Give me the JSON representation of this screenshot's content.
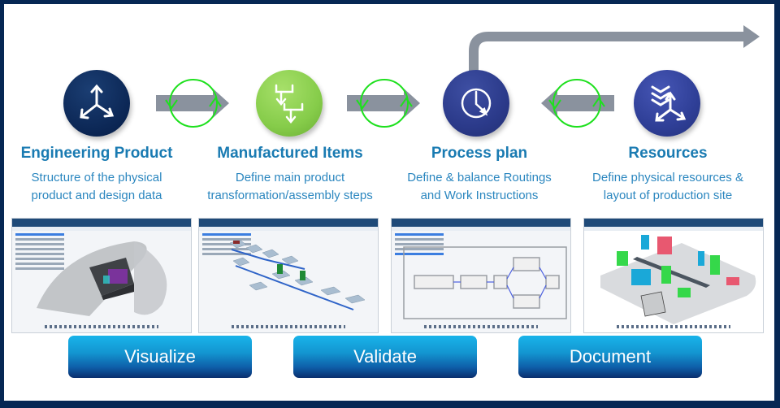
{
  "colors": {
    "frame": "#062754",
    "title_text": "#1a7bb2",
    "desc_text": "#2a86bf",
    "connector_arrow": "#8a929e",
    "cycle_ring": "#1ee01e",
    "button_top": "#19b4ea",
    "button_bottom": "#0a2e6e"
  },
  "stages": [
    {
      "id": "engineering-product",
      "icon": "tri-axis-arrows-icon",
      "icon_color": "#0b2654",
      "title": "Engineering Product",
      "description_line1": "Structure of the physical",
      "description_line2": "product and design data",
      "screenshot": "3d-assembly-view"
    },
    {
      "id": "manufactured-items",
      "icon": "flow-steps-icon",
      "icon_color": "#86cc4a",
      "title": "Manufactured Items",
      "description_line1": "Define main product",
      "description_line2": "transformation/assembly steps",
      "screenshot": "assembly-tree-view"
    },
    {
      "id": "process-plan",
      "icon": "clock-icon",
      "icon_color": "#2b3a8a",
      "title": "Process plan",
      "description_line1": "Define & balance Routings",
      "description_line2": "and Work Instructions",
      "screenshot": "routing-graph-view"
    },
    {
      "id": "resources",
      "icon": "resources-arrows-icon",
      "icon_color": "#2f3f97",
      "title": "Resources",
      "description_line1": "Define physical resources &",
      "description_line2": "layout of production site",
      "screenshot": "factory-layout-view"
    }
  ],
  "connectors": [
    {
      "from": "engineering-product",
      "to": "manufactured-items",
      "direction": "right",
      "icon": "cycle-arrows-icon"
    },
    {
      "from": "manufactured-items",
      "to": "process-plan",
      "direction": "right",
      "icon": "cycle-arrows-icon"
    },
    {
      "from": "resources",
      "to": "process-plan",
      "direction": "left",
      "icon": "cycle-arrows-icon"
    }
  ],
  "output_arrow": {
    "from": "process-plan",
    "direction": "right"
  },
  "actions": [
    {
      "label": "Visualize"
    },
    {
      "label": "Validate"
    },
    {
      "label": "Document"
    }
  ]
}
